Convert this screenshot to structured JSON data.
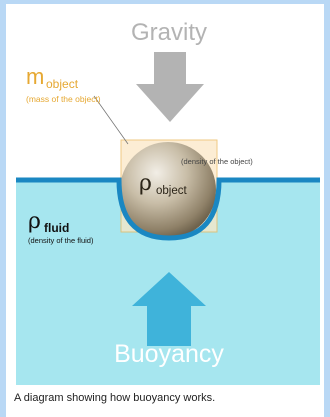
{
  "diagram": {
    "gravity_label": "Gravity",
    "buoyancy_label": "Buoyancy",
    "mass": {
      "symbol": "m",
      "subscript": "object",
      "note": "(mass of the object)"
    },
    "object_density": {
      "symbol": "ρ",
      "subscript": "object",
      "note": "(density of the object)"
    },
    "fluid_density": {
      "symbol": "ρ",
      "subscript": "fluid",
      "note": "(density of the fluid)"
    },
    "colors": {
      "fluid": "#a6e6ef",
      "surface": "#1a87c2",
      "gravity_arrow": "#b3b3b3",
      "buoyancy_arrow": "#3fb3da",
      "mass_highlight": "#e6a832",
      "ball": "#c8bda6"
    }
  },
  "caption": "A diagram showing how buoyancy works."
}
